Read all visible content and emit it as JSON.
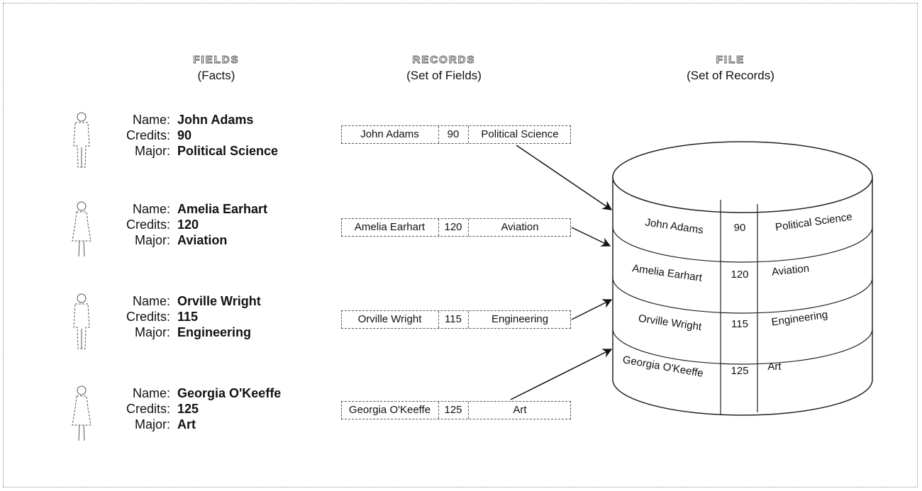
{
  "headers": {
    "fields": {
      "title": "FIELDS",
      "subtitle": "(Facts)"
    },
    "records": {
      "title": "RECORDS",
      "subtitle": "(Set of Fields)"
    },
    "file": {
      "title": "FILE",
      "subtitle": "(Set of Records)"
    }
  },
  "labels": {
    "name": "Name:",
    "credits": "Credits:",
    "major": "Major:"
  },
  "people": [
    {
      "name": "John Adams",
      "credits": "90",
      "major": "Political Science",
      "figure": "male-figure-icon"
    },
    {
      "name": "Amelia Earhart",
      "credits": "120",
      "major": "Aviation",
      "figure": "female-figure-icon"
    },
    {
      "name": "Orville Wright",
      "credits": "115",
      "major": "Engineering",
      "figure": "male-figure-icon"
    },
    {
      "name": "Georgia O'Keeffe",
      "credits": "125",
      "major": "Art",
      "figure": "female-figure-icon"
    }
  ],
  "records": [
    {
      "name": "John Adams",
      "credits": "90",
      "major": "Political Science"
    },
    {
      "name": "Amelia Earhart",
      "credits": "120",
      "major": "Aviation"
    },
    {
      "name": "Orville Wright",
      "credits": "115",
      "major": "Engineering"
    },
    {
      "name": "Georgia O'Keeffe",
      "credits": "125",
      "major": "Art"
    }
  ],
  "file_rows": [
    {
      "name": "John Adams",
      "credits": "90",
      "major": "Political Science"
    },
    {
      "name": "Amelia Earhart",
      "credits": "120",
      "major": "Aviation"
    },
    {
      "name": "Orville Wright",
      "credits": "115",
      "major": "Engineering"
    },
    {
      "name": "Georgia O'Keeffe",
      "credits": "125",
      "major": "Art"
    }
  ]
}
